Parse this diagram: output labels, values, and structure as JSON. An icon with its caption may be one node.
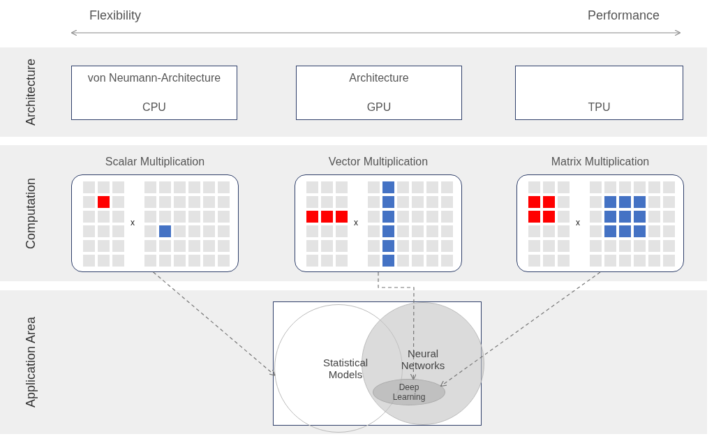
{
  "diagram": {
    "nodes": [
      {
        "text": [
          "Architecture"
        ]
      },
      {
        "text": [
          "von Neumann-Architecture",
          "CPU"
        ],
        "in": 0
      },
      {
        "text": [
          "Architecture",
          "GPU"
        ],
        "in": 0
      },
      {
        "text": [
          "TPU"
        ],
        "in": 0
      },
      {
        "text": [
          "Computation"
        ]
      },
      {
        "text": [
          "Scalar Multiplication"
        ],
        "in": 4
      },
      {
        "text": [
          "Vector Multiplication"
        ],
        "in": 4
      },
      {
        "text": [
          "Matrix Multiplication"
        ],
        "in": 4
      },
      {
        "text": [
          "Application Area"
        ]
      },
      {
        "text": [],
        "shape": "box",
        "in": 8
      },
      {
        "text": [
          "Statistical Models"
        ],
        "in": 9
      },
      {
        "text": [
          "Neural Networks"
        ],
        "in": 9
      },
      {
        "text": [
          "Deep Learning"
        ],
        "in": 11
      }
    ],
    "edges": [
      {
        "from": 5,
        "to": 10,
        "arrow": "to",
        "style": "dashed"
      },
      {
        "from": 6,
        "to": 12,
        "arrow": "to",
        "style": "dashed"
      },
      {
        "from": 7,
        "to": 12,
        "arrow": "to",
        "style": "dashed"
      }
    ],
    "labels": [
      "Flexibility",
      "Performance",
      "x",
      "x",
      "x"
    ]
  }
}
